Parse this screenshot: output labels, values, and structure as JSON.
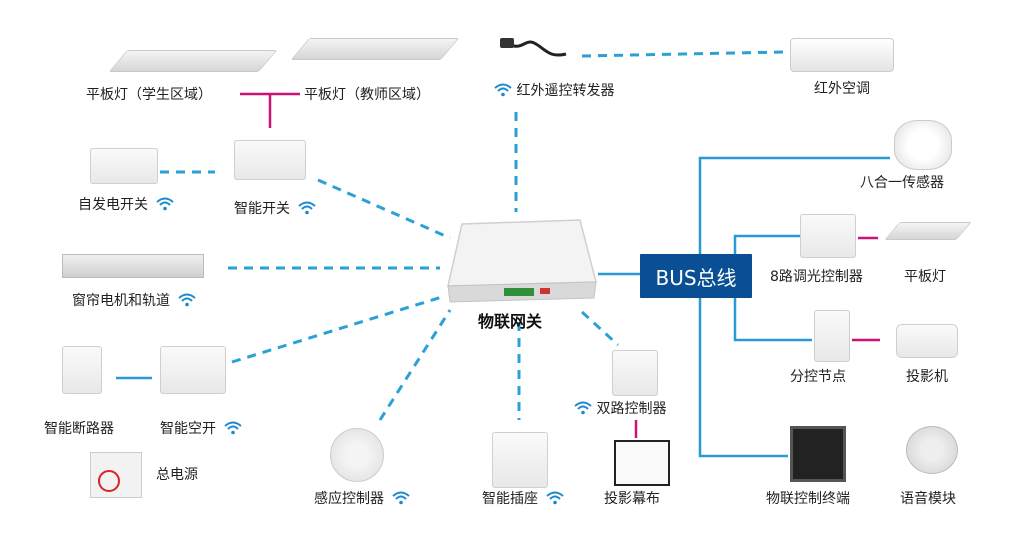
{
  "center": {
    "label": "物联网关"
  },
  "bus": {
    "label": "BUS总线"
  },
  "colors": {
    "wifi": "#1a8ad0",
    "dashed": "#2aa0d8",
    "solid": "#2a9ad6",
    "pink": "#cc1177",
    "bus": "#0a4f93"
  },
  "nodes": {
    "panel_student": "平板灯（学生区域）",
    "panel_teacher": "平板灯（教师区域）",
    "ir_forwarder": "红外遥控转发器",
    "ir_ac": "红外空调",
    "self_switch": "自发电开关",
    "smart_switch": "智能开关",
    "curtain": "窗帘电机和轨道",
    "breaker": "智能断路器",
    "air_switch": "智能空开",
    "main_power": "总电源",
    "sensor_ctrl": "感应控制器",
    "smart_socket": "智能插座",
    "dual_ctrl": "双路控制器",
    "screen": "投影幕布",
    "eight_sensor": "八合一传感器",
    "dimmer8": "8路调光控制器",
    "panel_light": "平板灯",
    "sub_node": "分控节点",
    "projector": "投影机",
    "terminal": "物联控制终端",
    "voice": "语音模块"
  },
  "icons": {
    "wireless": "wifi-icon",
    "gateway": "gateway-device-icon"
  }
}
